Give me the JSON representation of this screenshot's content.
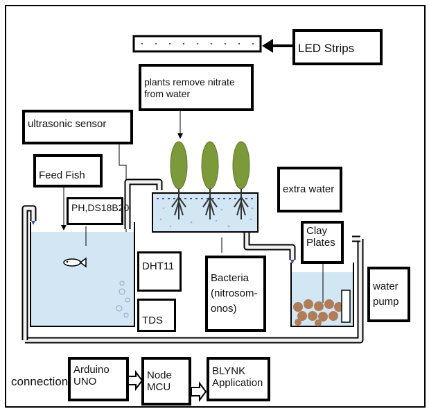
{
  "labels": {
    "led_strips": "LED Strips",
    "plants": "plants remove nitrate\nfrom water",
    "ultrasonic": "ultrasonic sensor",
    "feed_fish": "Feed Fish",
    "ph_sensor": "PH,DS18B20",
    "extra_water": "extra water",
    "clay_plates": "Clay\nPlates",
    "dht11": "DHT11",
    "tds": "TDS",
    "bacteria": "Bacteria\n(nitrosom-\nonos)",
    "water_pump": "water\npump"
  },
  "connection": {
    "title": "connection",
    "steps": [
      "Arduino\nUNO",
      "Node\nMCU",
      "BLYNK\nApplication"
    ]
  },
  "colors": {
    "water": "#d2e6f4",
    "plant": "#7c9a3a",
    "clay": "#b07d59",
    "pipe": "#f2f2f2",
    "outline": "#000000",
    "accent": "#3a4fb0"
  }
}
